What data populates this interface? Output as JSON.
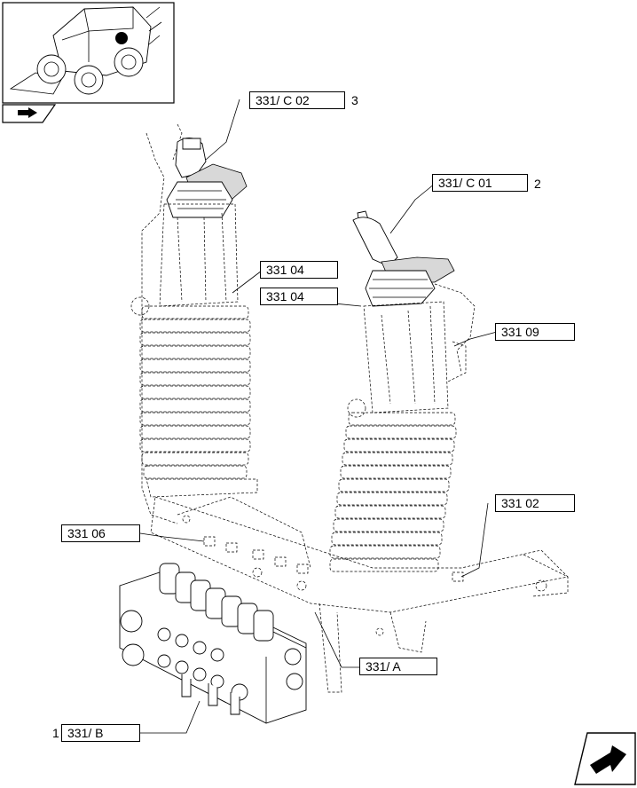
{
  "callouts": {
    "c02": {
      "ref": "331/ C 02",
      "item": "3"
    },
    "c01": {
      "ref": "331/ C 01",
      "item": "2"
    },
    "r04a": {
      "ref": "331 04"
    },
    "r04b": {
      "ref": "331 04"
    },
    "r09": {
      "ref": "331 09"
    },
    "r02": {
      "ref": "331 02"
    },
    "r06": {
      "ref": "331 06"
    },
    "ra": {
      "ref": "331/ A"
    },
    "rb": {
      "ref": "331/ B",
      "item": "1"
    }
  }
}
